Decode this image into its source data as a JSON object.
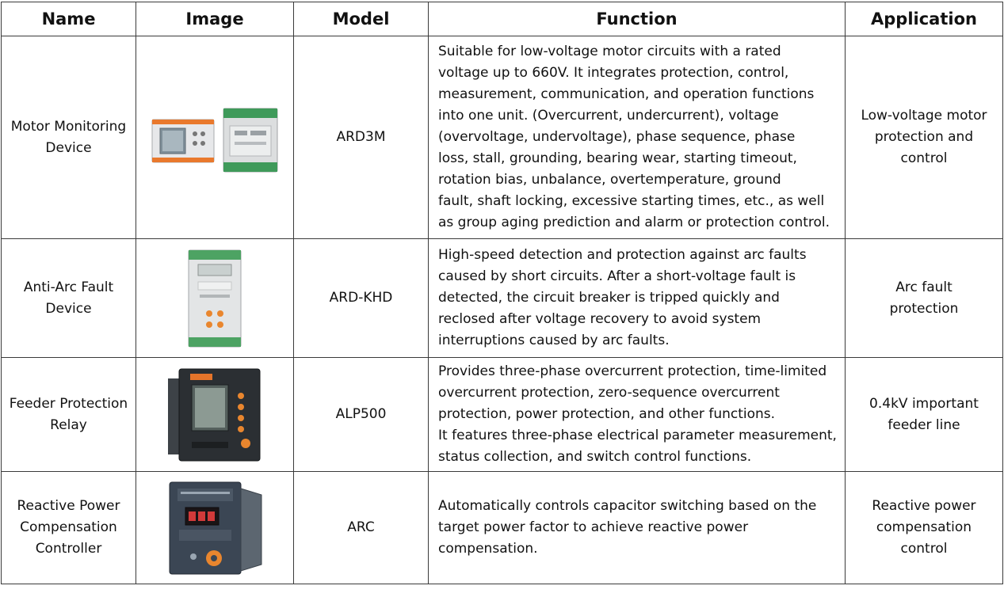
{
  "headers": {
    "name": "Name",
    "image": "Image",
    "model": "Model",
    "function": "Function",
    "application": "Application"
  },
  "rows": [
    {
      "name": [
        "Motor Monitoring",
        "Device"
      ],
      "image_icon": "motor-monitoring-device-photo",
      "model": "ARD3M",
      "function": [
        "Suitable for low-voltage motor circuits with a rated",
        "voltage up to 660V. It integrates protection, control,",
        "measurement, communication, and operation functions",
        "into one unit. (Overcurrent, undercurrent), voltage",
        "(overvoltage, undervoltage), phase sequence, phase",
        "loss, stall, grounding, bearing wear, starting timeout,",
        "rotation bias, unbalance, overtemperature, ground",
        "fault, shaft locking, excessive starting times, etc., as well",
        "as group aging prediction and alarm or protection control."
      ],
      "application": [
        "Low-voltage motor",
        "protection and",
        "control"
      ]
    },
    {
      "name": [
        "Anti-Arc Fault",
        "Device"
      ],
      "image_icon": "anti-arc-fault-device-photo",
      "model": "ARD-KHD",
      "function": [
        "High-speed detection and protection against arc faults",
        "caused by short circuits. After a short-voltage fault is",
        "detected, the circuit breaker is tripped quickly and",
        "reclosed after voltage recovery to avoid system",
        "interruptions caused by arc faults."
      ],
      "application": [
        "Arc fault",
        "protection"
      ]
    },
    {
      "name": [
        "Feeder Protection",
        "Relay"
      ],
      "image_icon": "feeder-protection-relay-photo",
      "model": "ALP500",
      "function": [
        "Provides three-phase overcurrent protection, time-limited",
        "overcurrent protection, zero-sequence overcurrent",
        "protection, power protection, and other functions.",
        "It features three-phase electrical parameter measurement,",
        "status collection, and switch control functions."
      ],
      "application": [
        "0.4kV important",
        "feeder line"
      ]
    },
    {
      "name": [
        "Reactive Power",
        "Compensation",
        "Controller"
      ],
      "image_icon": "reactive-power-controller-photo",
      "model": "ARC",
      "function": [
        "Automatically controls capacitor switching based on the",
        "target power factor to achieve reactive power",
        "compensation."
      ],
      "application": [
        "Reactive power",
        "compensation",
        "control"
      ]
    }
  ]
}
